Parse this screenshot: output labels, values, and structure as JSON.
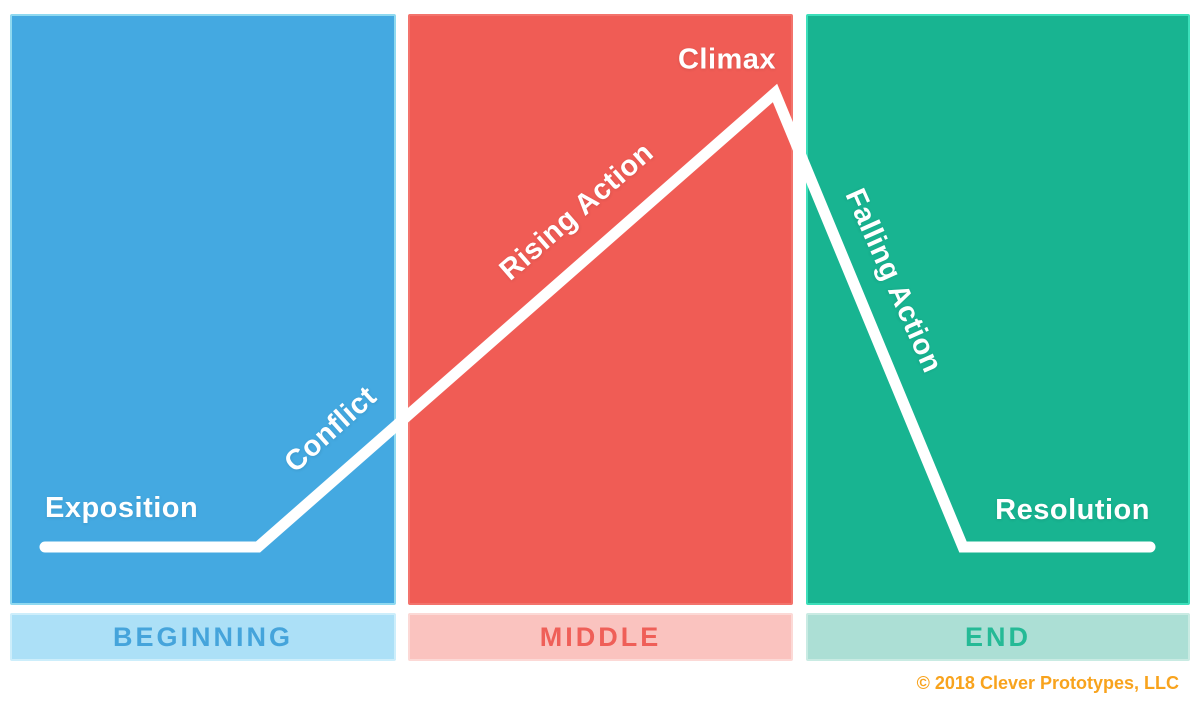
{
  "diagram": {
    "type": "plot-structure-diagram",
    "stages": {
      "exposition": "Exposition",
      "conflict": "Conflict",
      "rising_action": "Rising Action",
      "climax": "Climax",
      "falling_action": "Falling Action",
      "resolution": "Resolution"
    },
    "sections": [
      {
        "label": "BEGINNING",
        "panel_color": "#44A9E1",
        "band_bg": "#ACE0F7",
        "band_text_color": "#45A4DB"
      },
      {
        "label": "MIDDLE",
        "panel_color": "#F05C55",
        "band_bg": "#FAC3BF",
        "band_text_color": "#EF5F58"
      },
      {
        "label": "END",
        "panel_color": "#18B491",
        "band_bg": "#ACDFD5",
        "band_text_color": "#25BA96"
      }
    ],
    "line_color": "#FFFFFF",
    "footer": {
      "copyright": "© 2018 Clever Prototypes, LLC",
      "color": "#F8A31D"
    }
  }
}
